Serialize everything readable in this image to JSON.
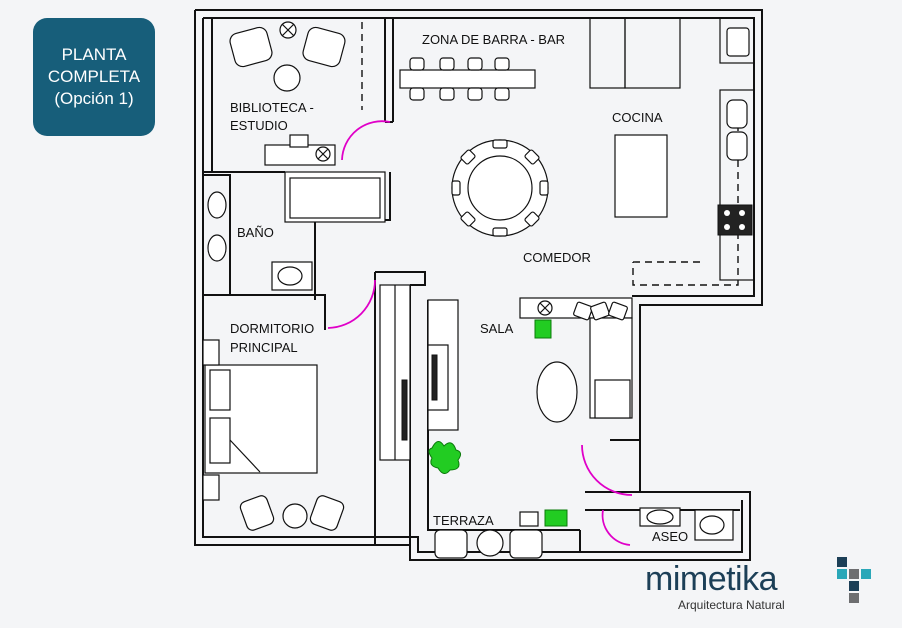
{
  "title_card": {
    "line1": "PLANTA",
    "line2": "COMPLETA",
    "line3": "(Opción 1)"
  },
  "rooms": {
    "barra": "ZONA DE BARRA - BAR",
    "biblioteca_1": "BIBLIOTECA -",
    "biblioteca_2": "ESTUDIO",
    "cocina": "COCINA",
    "bano": "BAÑO",
    "comedor": "COMEDOR",
    "dormitorio_1": "DORMITORIO",
    "dormitorio_2": "PRINCIPAL",
    "sala": "SALA",
    "terraza": "TERRAZA",
    "aseo": "ASEO"
  },
  "brand": {
    "name": "mimetika",
    "tagline": "Arquitectura Natural",
    "colors": {
      "dark": "#1c3f57",
      "teal": "#2aa7b8",
      "grey": "#6d6e70"
    }
  },
  "colors": {
    "card": "#175e7a",
    "door_swing": "#e000c8",
    "plant": "#22cc22"
  }
}
